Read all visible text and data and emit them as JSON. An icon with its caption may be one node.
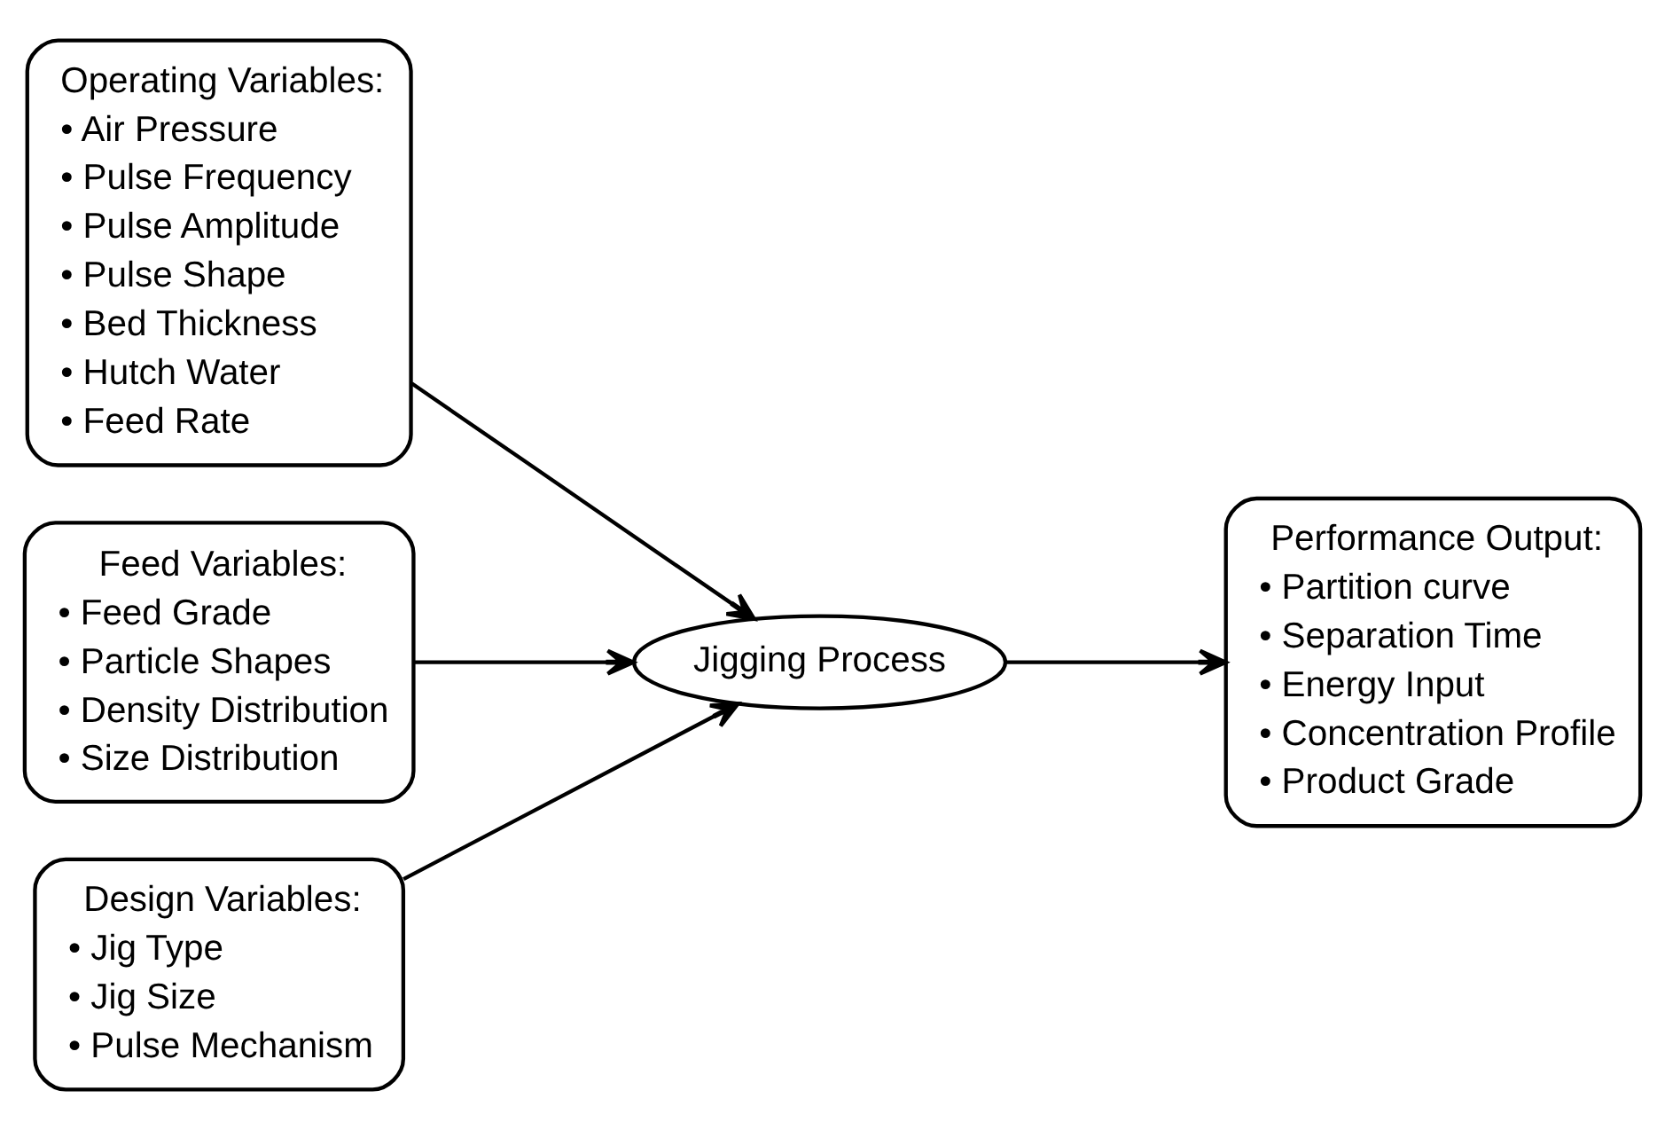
{
  "diagram": {
    "nodes": [
      {
        "text": [
          "Operating Variables:",
          "• Air Pressure",
          "• Pulse Frequency",
          "• Pulse Amplitude",
          "• Pulse Shape",
          "• Bed Thickness",
          "• Hutch Water",
          "• Feed Rate"
        ]
      },
      {
        "text": [
          "Feed Variables:",
          "• Feed Grade",
          "• Particle Shapes",
          "• Density Distribution",
          "• Size Distribution"
        ]
      },
      {
        "text": [
          "Design Variables:",
          "• Jig Type",
          "• Jig Size",
          "• Pulse Mechanism"
        ]
      },
      {
        "text": [
          "Jigging Process"
        ]
      },
      {
        "text": [
          "Performance Output:",
          "• Partition curve",
          "• Separation Time",
          "• Energy Input",
          "• Concentration Profile",
          "• Product Grade"
        ]
      }
    ],
    "edges": [
      {
        "from": 0,
        "to": 3,
        "arrow": "to"
      },
      {
        "from": 1,
        "to": 3,
        "arrow": "to"
      },
      {
        "from": 2,
        "to": 3,
        "arrow": "to"
      },
      {
        "from": 3,
        "to": 4,
        "arrow": "to"
      }
    ]
  }
}
